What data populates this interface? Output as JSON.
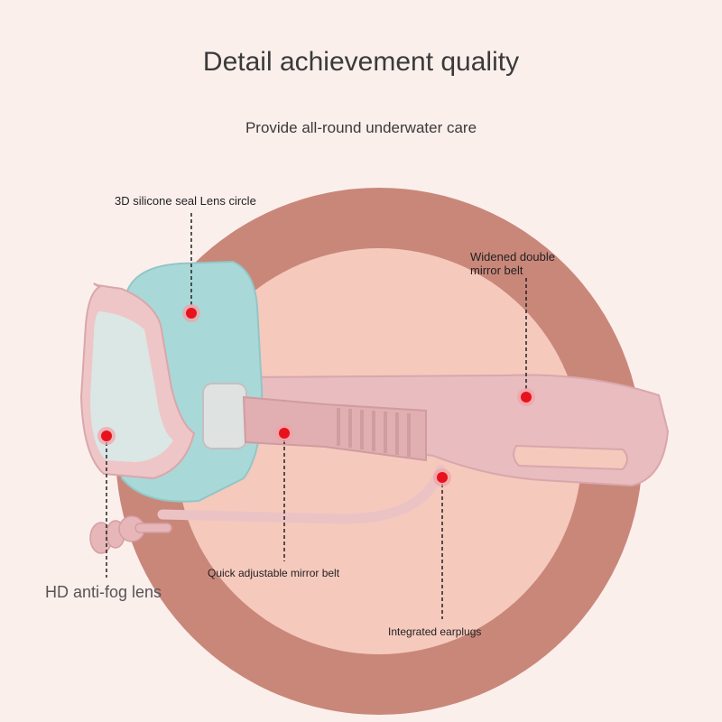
{
  "header": {
    "title": "Detail achievement quality",
    "subtitle": "Provide all-round underwater care"
  },
  "callouts": {
    "seal": "3D silicone seal Lens circle",
    "belt": "Widened double mirror belt",
    "quick": "Quick adjustable mirror belt",
    "lens": "HD anti-fog lens",
    "earplugs": "Integrated earplugs"
  },
  "colors": {
    "background": "#fbefec",
    "ring_outer": "#c9877a",
    "ring_inner": "#f6c9bd",
    "goggle_pink": "#edc2c3",
    "seal_teal": "#a9d8d8",
    "marker_red": "#e8121c"
  }
}
